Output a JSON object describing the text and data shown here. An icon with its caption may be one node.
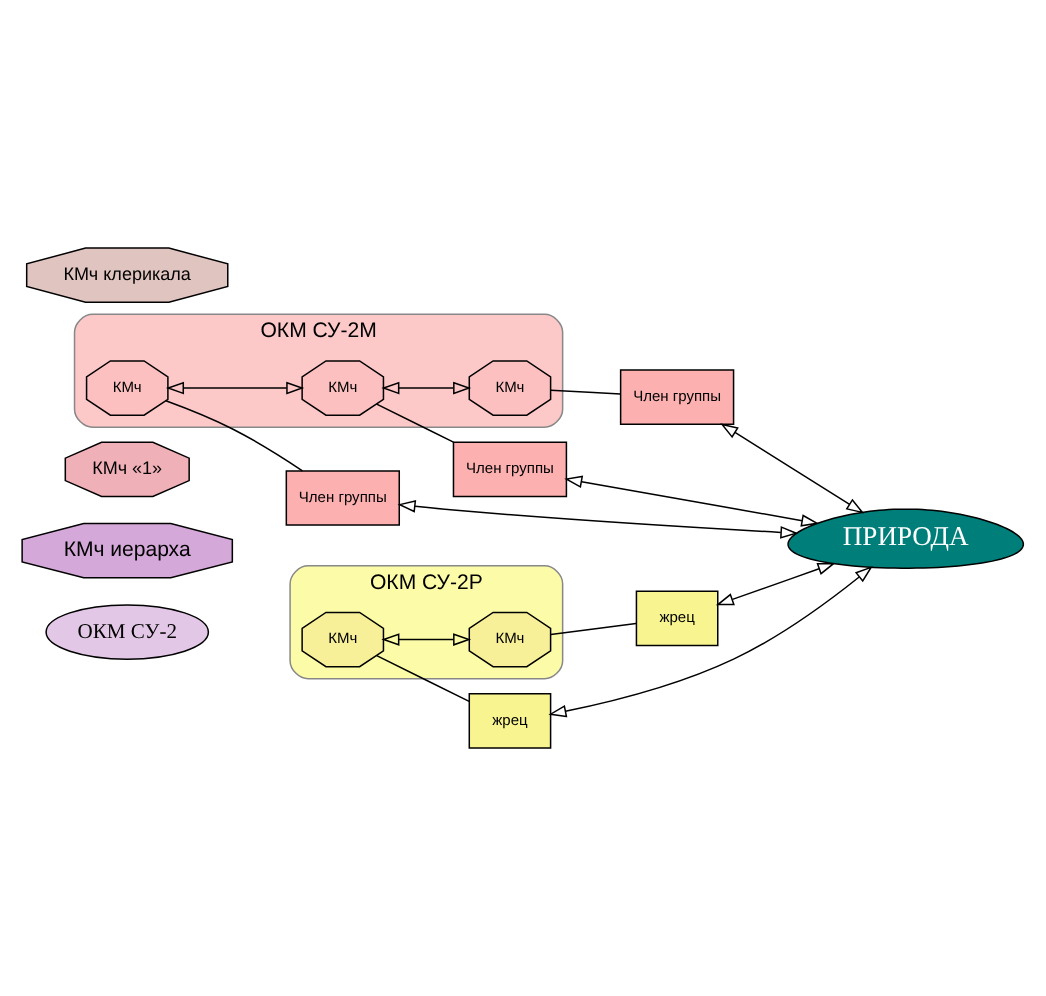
{
  "diagram": {
    "nodes": [
      {
        "text": [
          "ОКМ СУ-2"
        ]
      },
      {
        "text": [
          "КМч иерарха"
        ]
      },
      {
        "text": [
          "КМч «1»"
        ]
      },
      {
        "text": [
          "ОКМ СУ-2М"
        ]
      },
      {
        "text": [
          "КМч"
        ],
        "in": 3
      },
      {
        "text": [
          "КМч"
        ],
        "in": 3
      },
      {
        "text": [
          "КМч"
        ],
        "in": 3
      },
      {
        "text": [
          "Член группы"
        ]
      },
      {
        "text": [
          "Член группы"
        ]
      },
      {
        "text": [
          "Член группы"
        ]
      },
      {
        "text": [
          "ОКМ СУ-2Р"
        ]
      },
      {
        "text": [
          "КМч"
        ],
        "in": 10
      },
      {
        "text": [
          "КМч"
        ],
        "in": 10
      },
      {
        "text": [
          "жрец"
        ]
      },
      {
        "text": [
          "жрец"
        ]
      },
      {
        "text": [
          "КМч клерикала"
        ]
      },
      {
        "text": [
          "ПРИРОДА"
        ]
      }
    ],
    "edges": [
      {
        "from": 4,
        "to": 5,
        "arrow": "both"
      },
      {
        "from": 5,
        "to": 6,
        "arrow": "both"
      },
      {
        "from": 11,
        "to": 12,
        "arrow": "both"
      },
      {
        "from": 4,
        "to": 7,
        "arrow": "none"
      },
      {
        "from": 5,
        "to": 8,
        "arrow": "none"
      },
      {
        "from": 6,
        "to": 9,
        "arrow": "none"
      },
      {
        "from": 11,
        "to": 13,
        "arrow": "none"
      },
      {
        "from": 12,
        "to": 14,
        "arrow": "none"
      },
      {
        "from": 7,
        "to": 16,
        "arrow": "both"
      },
      {
        "from": 8,
        "to": 16,
        "arrow": "both"
      },
      {
        "from": 9,
        "to": 16,
        "arrow": "both"
      },
      {
        "from": 13,
        "to": 16,
        "arrow": "both"
      },
      {
        "from": 14,
        "to": 16,
        "arrow": "both"
      }
    ]
  }
}
